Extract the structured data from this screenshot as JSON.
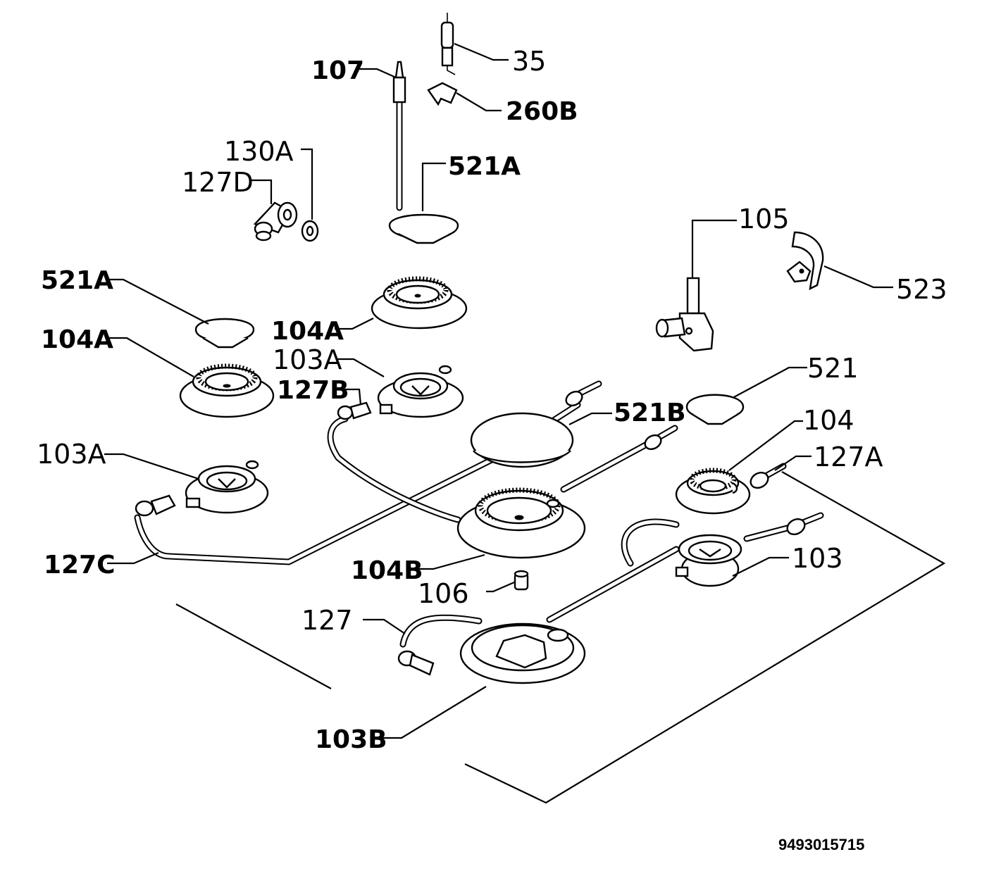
{
  "diagram": {
    "document_code": "9493015715",
    "labels": {
      "l107": "107",
      "l35": "35",
      "l260b": "260B",
      "l130a": "130A",
      "l127d": "127D",
      "l521a_top": "521A",
      "l105": "105",
      "l523": "523",
      "l521a_left": "521A",
      "l104a_center": "104A",
      "l104a_left": "104A",
      "l103a_center": "103A",
      "l127b": "127B",
      "l521": "521",
      "l521b": "521B",
      "l104": "104",
      "l127a": "127A",
      "l103a_left": "103A",
      "l103": "103",
      "l127c": "127C",
      "l104b": "104B",
      "l106": "106",
      "l127": "127",
      "l103b": "103B"
    }
  }
}
